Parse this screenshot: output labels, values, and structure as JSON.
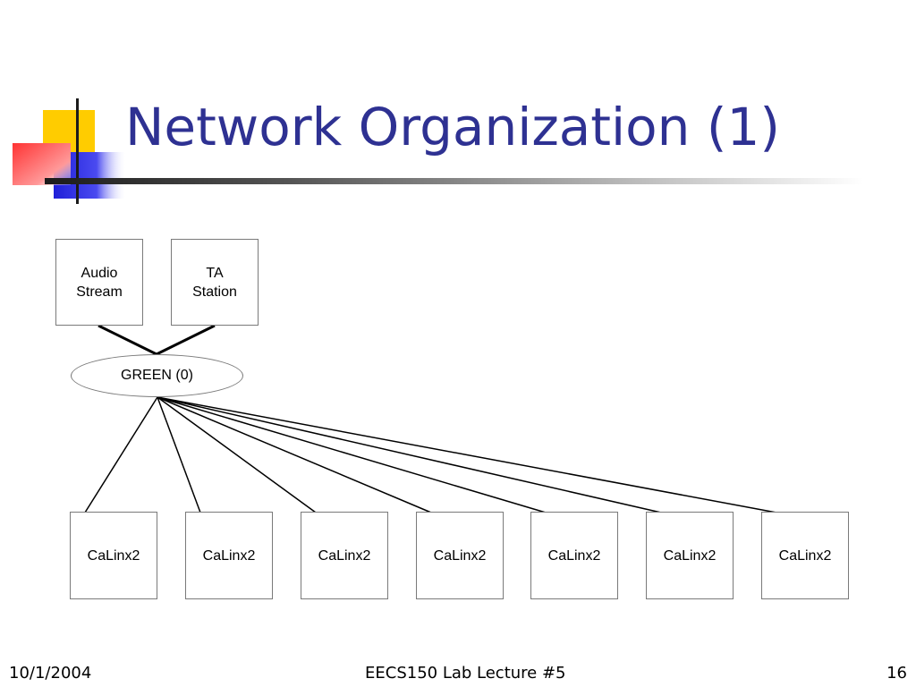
{
  "title": "Network Organization (1)",
  "diagram": {
    "top_nodes": [
      {
        "label": "Audio\nStream"
      },
      {
        "label": "TA\nStation"
      }
    ],
    "hub": {
      "label": "GREEN (0)"
    },
    "leaf_nodes": [
      {
        "label": "CaLinx2"
      },
      {
        "label": "CaLinx2"
      },
      {
        "label": "CaLinx2"
      },
      {
        "label": "CaLinx2"
      },
      {
        "label": "CaLinx2"
      },
      {
        "label": "CaLinx2"
      },
      {
        "label": "CaLinx2"
      }
    ]
  },
  "footer": {
    "date": "10/1/2004",
    "center": "EECS150 Lab Lecture #5",
    "page": "16"
  },
  "colors": {
    "title": "#2e3192",
    "logo_yellow": "#ffcc00",
    "logo_blue": "#2222dd",
    "logo_red": "#ff4444"
  }
}
